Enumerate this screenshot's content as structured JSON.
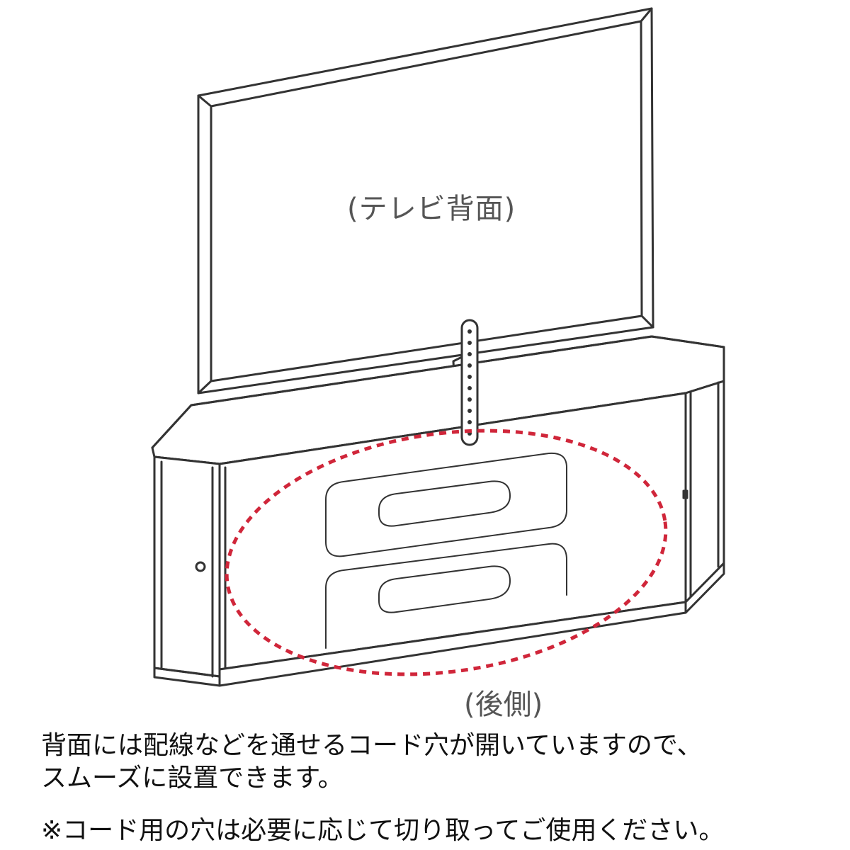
{
  "labels": {
    "tv_back": "(テレビ背面)",
    "rear_side": "(後側)"
  },
  "description": {
    "line1": "背面には配線などを通せるコード穴が開いていますので、",
    "line2": "スムーズに設置できます。"
  },
  "note": "※コード用の穴は必要に応じて切り取ってご使用ください。",
  "colors": {
    "line": "#333333",
    "highlight": "#d0263a"
  }
}
